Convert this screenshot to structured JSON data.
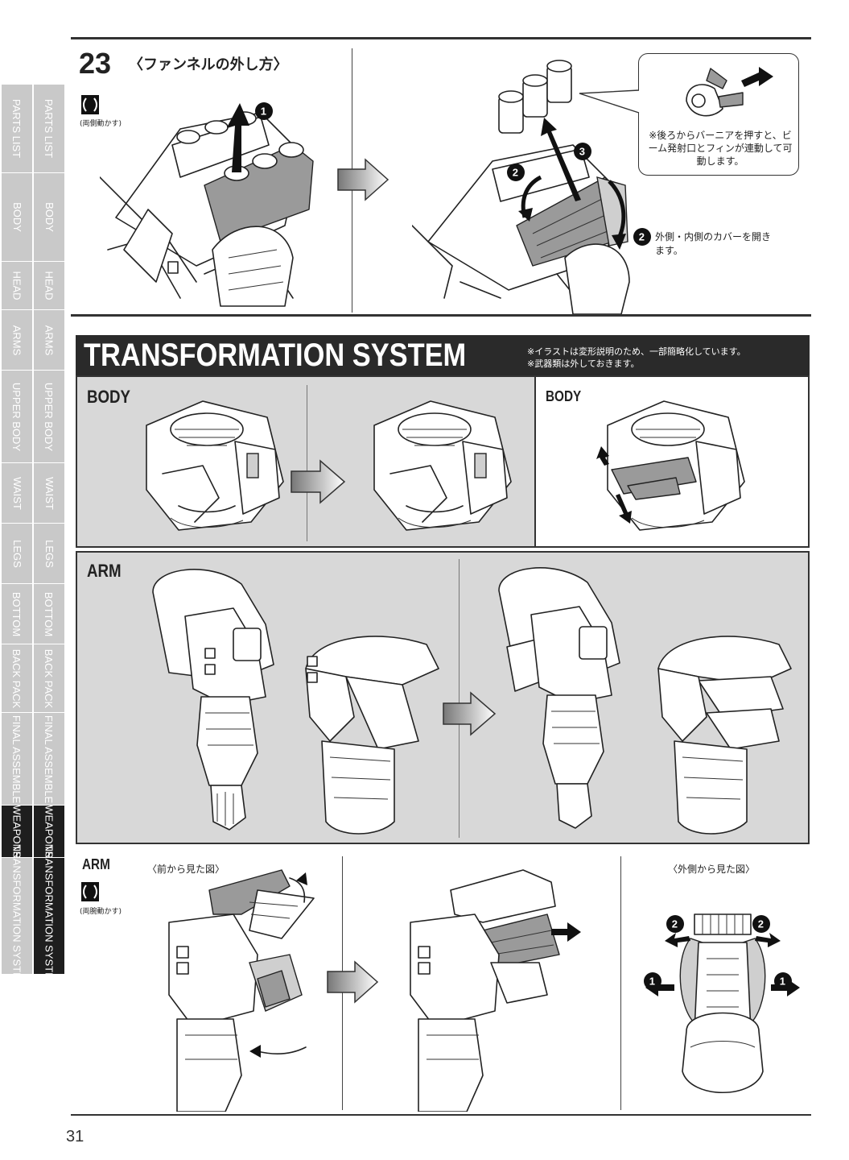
{
  "side_tabs": {
    "left": [
      "PARTS LIST",
      "BODY",
      "HEAD",
      "ARMS",
      "UPPER BODY",
      "WAIST",
      "LEGS",
      "BOTTOM",
      "BACK PACK",
      "FINAL ASSEMBLE",
      "WEAPONS",
      "TRANSFORMATION SYSTEM"
    ],
    "right": [
      "PARTS LIST",
      "BODY",
      "HEAD",
      "ARMS",
      "UPPER BODY",
      "WAIST",
      "LEGS",
      "BOTTOM",
      "BACK PACK",
      "FINAL ASSEMBLE",
      "WEAPONS",
      "TRANSFORMATION SYSTEM"
    ],
    "active": "WEAPONS"
  },
  "step23": {
    "number": "23",
    "title": "〈ファンネルの外し方〉",
    "icon_caption": "(両側動かす)",
    "callout_note": "※後ろからバーニアを押すと、ビーム発射口とフィンが連動して可動します。",
    "step2_note": "外側・内側のカバーを開きます。",
    "markers": [
      "1",
      "2",
      "3",
      "2"
    ]
  },
  "transformation": {
    "title": "TRANSFORMATION SYSTEM",
    "note1": "※イラストは変形説明のため、一部簡略化しています。",
    "note2": "※武器類は外しておきます。",
    "body_label_1": "BODY",
    "body_label_2": "BODY",
    "arm_label_1": "ARM",
    "arm_label_2": "ARM",
    "arm_icon_caption": "(両腕動かす)",
    "front_view": "〈前から見た図〉",
    "outer_view": "〈外側から見た図〉",
    "outer_markers": [
      "2",
      "2",
      "1",
      "1"
    ]
  },
  "page_number": "31"
}
